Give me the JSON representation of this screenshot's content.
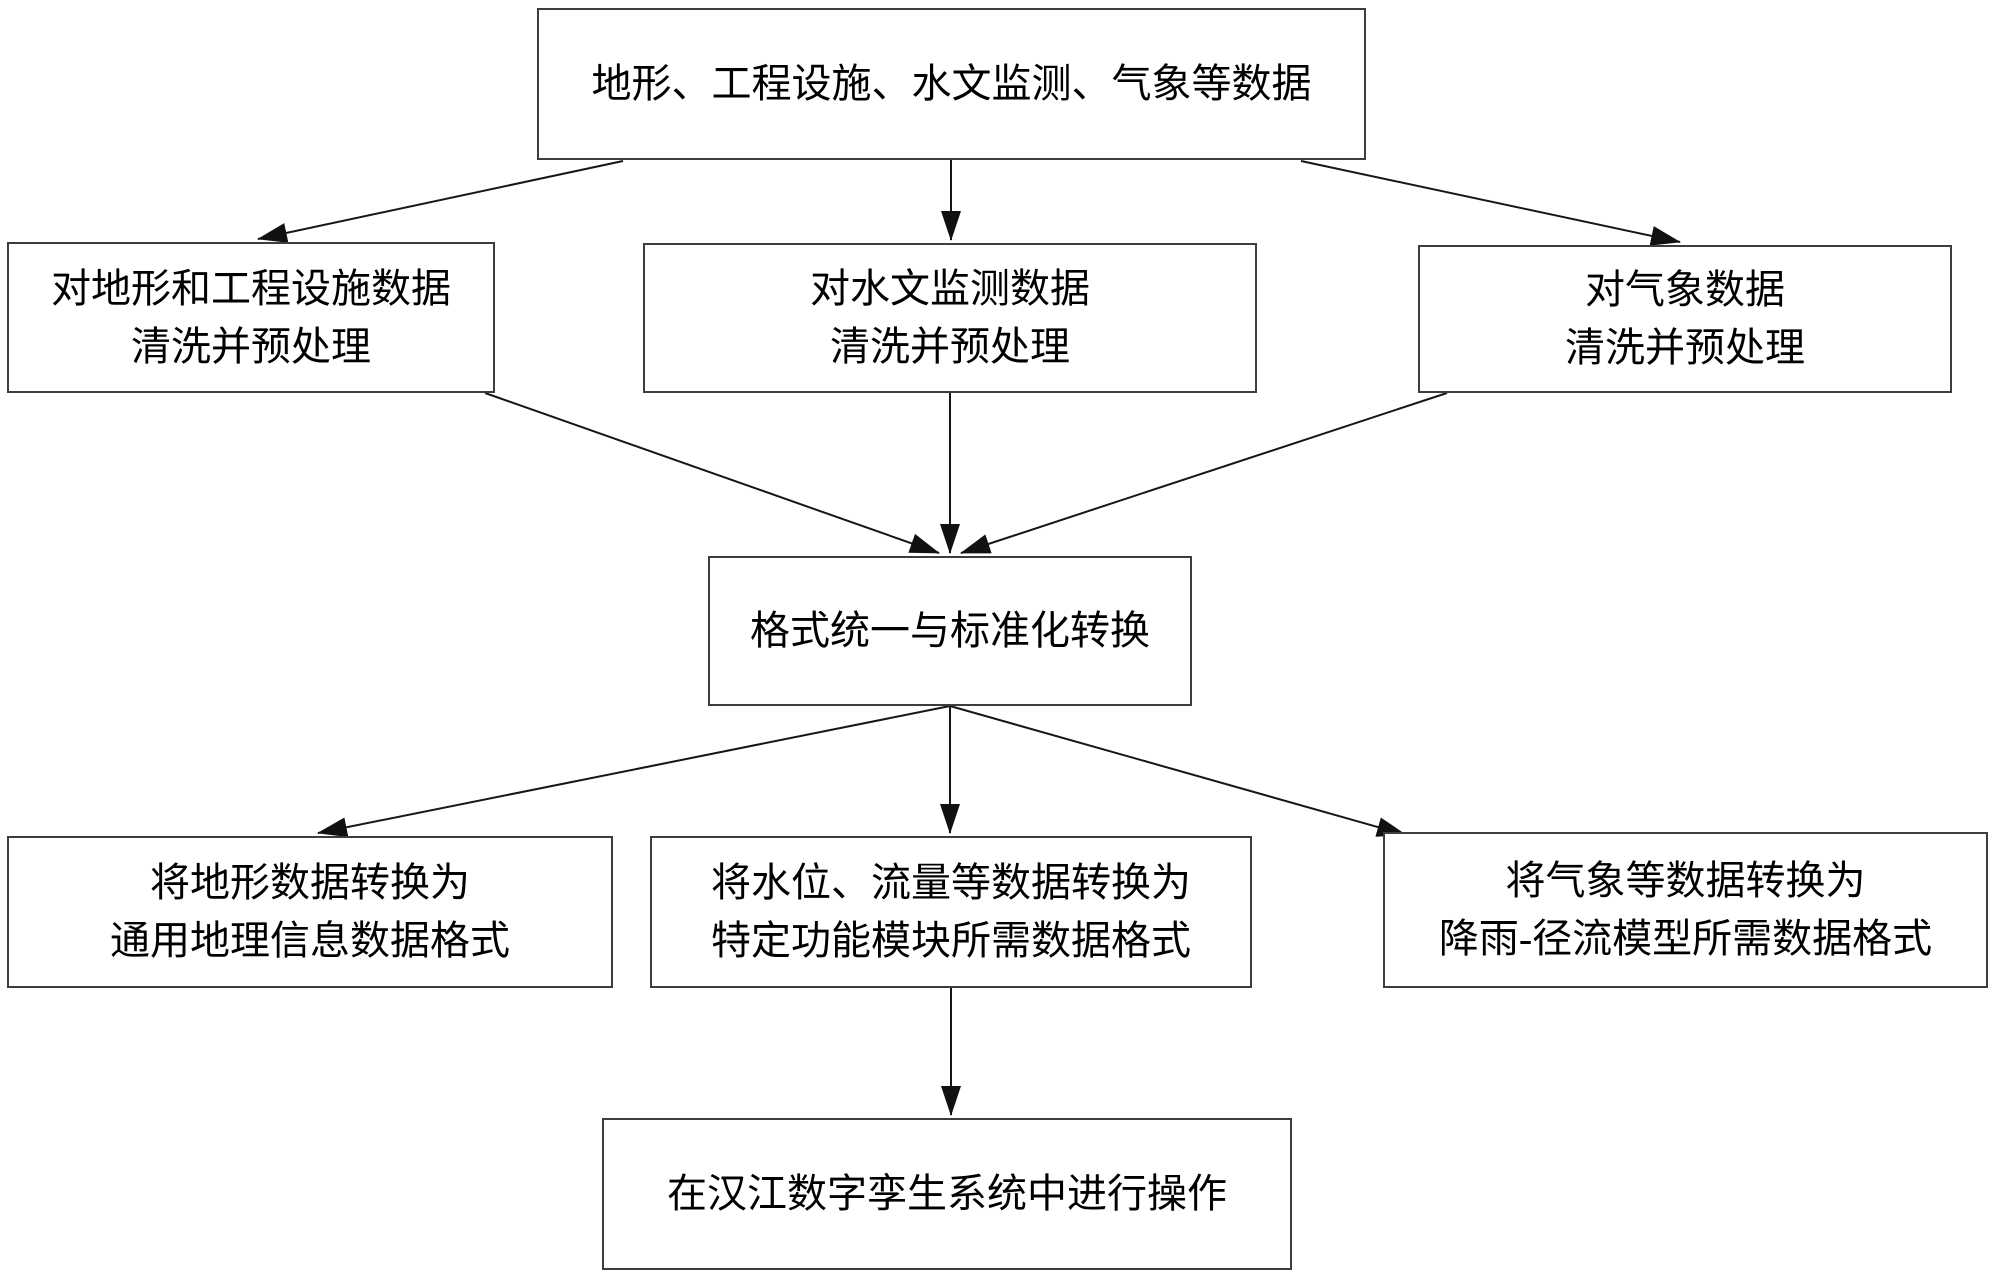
{
  "diagram": {
    "title": "data preprocessing flowchart",
    "colors": {
      "background": "#ffffff",
      "box_border": "#3d3d3d",
      "arrow": "#161616",
      "text": "#000000"
    },
    "boxes": {
      "source_data": {
        "label": "地形、工程设施、水文监测、气象等数据"
      },
      "clean_terrain": {
        "line1": "对地形和工程设施数据",
        "line2": "清洗并预处理"
      },
      "clean_hydro": {
        "line1": "对水文监测数据",
        "line2": "清洗并预处理"
      },
      "clean_weather": {
        "line1": "对气象数据",
        "line2": "清洗并预处理"
      },
      "format_unify": {
        "label": "格式统一与标准化转换"
      },
      "conv_terrain": {
        "line1": "将地形数据转换为",
        "line2": "通用地理信息数据格式"
      },
      "conv_hydro": {
        "line1": "将水位、流量等数据转换为",
        "line2": "特定功能模块所需数据格式"
      },
      "conv_weather": {
        "line1": "将气象等数据转换为",
        "line2": "降雨-径流模型所需数据格式"
      },
      "operate_system": {
        "label": "在汉江数字孪生系统中进行操作"
      }
    },
    "flows": [
      {
        "from": "source_data",
        "to": "clean_terrain"
      },
      {
        "from": "source_data",
        "to": "clean_hydro"
      },
      {
        "from": "source_data",
        "to": "clean_weather"
      },
      {
        "from": "clean_terrain",
        "to": "format_unify"
      },
      {
        "from": "clean_hydro",
        "to": "format_unify"
      },
      {
        "from": "clean_weather",
        "to": "format_unify"
      },
      {
        "from": "format_unify",
        "to": "conv_terrain"
      },
      {
        "from": "format_unify",
        "to": "conv_hydro"
      },
      {
        "from": "format_unify",
        "to": "conv_weather"
      },
      {
        "from": "conv_hydro",
        "to": "operate_system"
      }
    ]
  }
}
